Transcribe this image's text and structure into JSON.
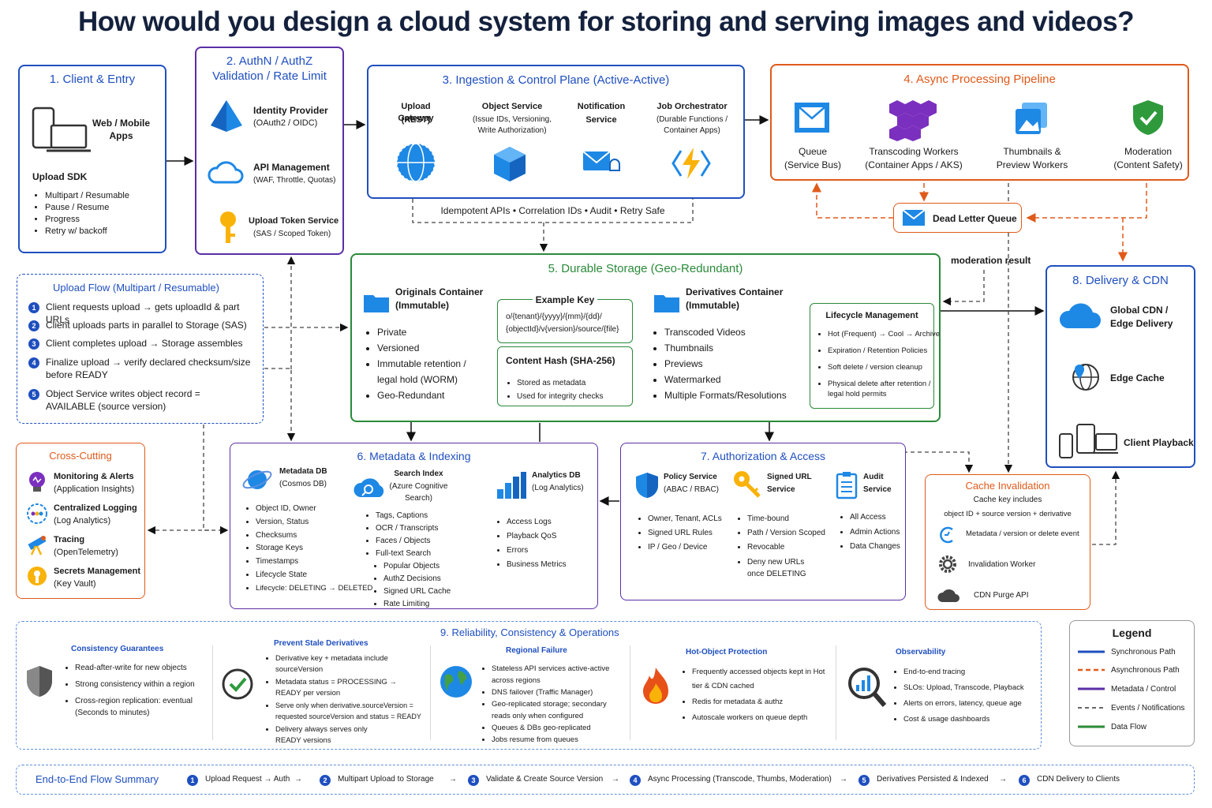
{
  "title": "How would you design a cloud system for storing and serving images and videos?",
  "client": {
    "heading": "1. Client & Entry",
    "apps_label": "Web / Mobile Apps",
    "sdk_label": "Upload SDK",
    "sdk_items": [
      "Multipart / Resumable",
      "Pause / Resume",
      "Progress",
      "Retry w/ backoff"
    ]
  },
  "auth": {
    "heading_line1": "2. AuthN / AuthZ",
    "heading_line2": "Validation / Rate Limit",
    "idp_name": "Identity Provider",
    "idp_sub": "(OAuth2 / OIDC)",
    "api_name": "API Management",
    "api_sub": "(WAF, Throttle, Quotas)",
    "token_name": "Upload Token Service",
    "token_sub": "(SAS / Scoped Token)"
  },
  "ingestion": {
    "heading": "3. Ingestion & Control Plane (Active-Active)",
    "gateway_line1": "Upload Gateway",
    "gateway_line2": "(REST)",
    "object_service": "Object Service",
    "object_sub1": "(Issue IDs, Versioning,",
    "object_sub2": "Write Authorization)",
    "notif_line1": "Notification",
    "notif_line2": "Service",
    "job_name": "Job Orchestrator",
    "job_sub1": "(Durable Functions /",
    "job_sub2": "Container Apps)",
    "footer": "Idempotent APIs  •  Correlation IDs  •  Audit  •  Retry Safe"
  },
  "async": {
    "heading": "4. Async Processing Pipeline",
    "queue_name": "Queue",
    "queue_sub": "(Service Bus)",
    "transcode_name": "Transcoding Workers",
    "transcode_sub": "(Container Apps / AKS)",
    "thumbs_name": "Thumbnails &",
    "thumbs_name2": "Preview Workers",
    "moderation_name": "Moderation",
    "moderation_sub": "(Content Safety)",
    "dlq": "Dead Letter Queue",
    "moderation_result": "moderation result"
  },
  "upload_flow": {
    "heading": "Upload Flow (Multipart / Resumable)",
    "steps": [
      "Client requests upload → gets uploadId & part URLs",
      "Client uploads parts in parallel to Storage (SAS)",
      "Client completes upload → Storage assembles",
      "Finalize upload → verify declared checksum/size",
      "before READY",
      "Object Service writes object record =",
      "AVAILABLE (source version)"
    ],
    "step_numbers": [
      "1",
      "2",
      "3",
      "4",
      "5"
    ]
  },
  "storage": {
    "heading": "5. Durable Storage (Geo-Redundant)",
    "originals_name": "Originals Container",
    "originals_sub": "(Immutable)",
    "originals_items": [
      "Private",
      "Versioned",
      "Immutable retention /",
      "legal hold (WORM)",
      "Geo-Redundant"
    ],
    "example_key_label": "Example Key",
    "example_key_line1": "o/{tenant}/{yyyy}/{mm}/{dd}/",
    "example_key_line2": "{objectId}/v{version}/source/{file}",
    "hash_label": "Content Hash (SHA-256)",
    "hash_items": [
      "Stored as metadata",
      "Used for integrity checks"
    ],
    "derivatives_name": "Derivatives Container",
    "derivatives_sub": "(Immutable)",
    "derivatives_items": [
      "Transcoded Videos",
      "Thumbnails",
      "Previews",
      "Watermarked",
      "Multiple Formats/Resolutions"
    ],
    "lifecycle_label": "Lifecycle Management",
    "lifecycle_items": [
      "Hot (Frequent) → Cool → Archive",
      "Expiration / Retention Policies",
      "Soft delete / version cleanup",
      "Physical delete after retention /",
      "legal hold permits"
    ]
  },
  "delivery": {
    "heading": "8. Delivery & CDN",
    "cdn_line1": "Global CDN /",
    "cdn_line2": "Edge Delivery",
    "edge_cache": "Edge Cache",
    "playback": "Client Playback"
  },
  "cross": {
    "heading": "Cross-Cutting",
    "items": [
      {
        "name": "Monitoring & Alerts",
        "sub": "(Application Insights)"
      },
      {
        "name": "Centralized Logging",
        "sub": "(Log Analytics)"
      },
      {
        "name": "Tracing",
        "sub": "(OpenTelemetry)"
      },
      {
        "name": "Secrets Management",
        "sub": "(Key Vault)"
      }
    ]
  },
  "metadata": {
    "heading": "6. Metadata & Indexing",
    "db_name": "Metadata DB",
    "db_sub": "(Cosmos DB)",
    "db_items": [
      "Object ID, Owner",
      "Version, Status",
      "Checksums",
      "Storage Keys",
      "Timestamps",
      "Lifecycle State",
      "Lifecycle: DELETING → DELETED"
    ],
    "search_name": "Search Index",
    "search_sub1": "(Azure Cognitive",
    "search_sub2": "Search)",
    "search_items": [
      "Tags, Captions",
      "OCR / Transcripts",
      "Faces / Objects",
      "Full-text Search"
    ],
    "search_sub_items": [
      "Popular Objects",
      "AuthZ Decisions",
      "Signed URL Cache",
      "Rate Limiting"
    ],
    "analytics_name": "Analytics DB",
    "analytics_sub": "(Log Analytics)",
    "analytics_items": [
      "Access Logs",
      "Playback QoS",
      "Errors",
      "Business Metrics"
    ]
  },
  "authz": {
    "heading": "7. Authorization & Access",
    "policy_name": "Policy Service",
    "policy_sub": "(ABAC / RBAC)",
    "policy_items": [
      "Owner, Tenant, ACLs",
      "Signed URL Rules",
      "IP / Geo / Device"
    ],
    "signed_name": "Signed URL",
    "signed_name2": "Service",
    "signed_items": [
      "Time-bound",
      "Path / Version Scoped",
      "Revocable",
      "Deny new URLs",
      "once DELETING"
    ],
    "audit_name": "Audit",
    "audit_name2": "Service",
    "audit_items": [
      "All Access",
      "Admin Actions",
      "Data Changes"
    ]
  },
  "cache": {
    "heading": "Cache Invalidation",
    "line1": "Cache key includes",
    "line2": "object ID + source version + derivative",
    "event": "Metadata / version or delete event",
    "worker": "Invalidation Worker",
    "purge": "CDN Purge API"
  },
  "reliability": {
    "heading": "9. Reliability, Consistency & Operations",
    "consistency_title": "Consistency Guarantees",
    "consistency_items": [
      "Read-after-write for new objects",
      "Strong consistency within a region",
      "Cross-region replication: eventual",
      "(Seconds to minutes)"
    ],
    "stale_title": "Prevent Stale Derivatives",
    "stale_items": [
      "Derivative key + metadata include",
      "sourceVersion",
      "Metadata status = PROCESSING →",
      "READY per version",
      "Serve only when derivative.sourceVersion =",
      "requested sourceVersion and status = READY",
      "Delivery always serves only",
      "READY versions"
    ],
    "regional_title": "Regional Failure",
    "regional_items": [
      "Stateless API services active-active",
      "across regions",
      "DNS failover (Traffic Manager)",
      "Geo-replicated storage; secondary",
      "reads only when configured",
      "Queues & DBs geo-replicated",
      "Jobs resume from queues"
    ],
    "hot_title": "Hot-Object Protection",
    "hot_items": [
      "Frequently accessed objects kept in Hot",
      "tier & CDN cached",
      "Redis for metadata & authz",
      "Autoscale workers on queue depth"
    ],
    "obs_title": "Observability",
    "obs_items": [
      "End-to-end tracing",
      "SLOs: Upload, Transcode, Playback",
      "Alerts on errors, latency, queue age",
      "Cost & usage dashboards"
    ]
  },
  "legend": {
    "heading": "Legend",
    "items": [
      "Synchronous Path",
      "Asynchronous Path",
      "Metadata / Control",
      "Events / Notifications",
      "Data Flow"
    ]
  },
  "summary": {
    "heading": "End-to-End Flow Summary",
    "steps": [
      "Upload Request → Auth",
      "Multipart Upload to Storage",
      "Validate & Create Source Version",
      "Async Processing (Transcode, Thumbs, Moderation)",
      "Derivatives Persisted & Indexed",
      "CDN Delivery to Clients"
    ],
    "numbers": [
      "1",
      "2",
      "3",
      "4",
      "5",
      "6"
    ]
  },
  "colors": {
    "blue": "#1f4fbf",
    "orange": "#e05a1a",
    "green": "#2a8a3a",
    "purple": "#5b2ea6",
    "gray": "#555555"
  }
}
